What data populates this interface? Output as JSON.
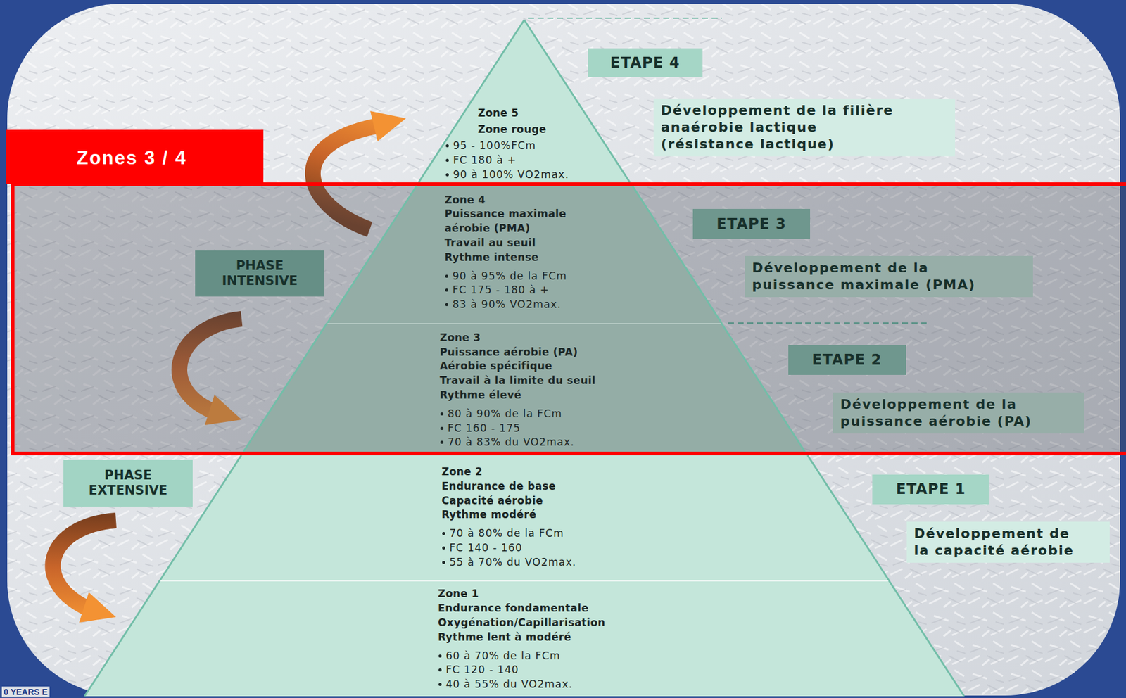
{
  "diagram": {
    "nodes": [
      {
        "text": [
          "Zone 5",
          "Zone rouge",
          "95 - 100%FCm",
          "FC 180 à +",
          "90 à 100% VO2max."
        ]
      },
      {
        "text": [
          "ETAPE 4"
        ]
      },
      {
        "text": [
          "Développement de la filière anaérobie lactique (résistance lactique)"
        ]
      },
      {
        "text": [
          "Zones 3 / 4"
        ]
      },
      {
        "text": [
          "Zone 4",
          "Puissance maximale aérobie (PMA)",
          "Travail au seuil",
          "Rythme intense",
          "90 à 95% de la FCm",
          "FC 175 - 180 à +",
          "83 à 90% VO2max."
        ],
        "in": 3
      },
      {
        "text": [
          "PHASE INTENSIVE"
        ],
        "in": 3
      },
      {
        "text": [
          "ETAPE 3"
        ],
        "in": 3
      },
      {
        "text": [
          "Développement de la puissance maximale (PMA)"
        ],
        "in": 3
      },
      {
        "text": [
          "Zone 3",
          "Puissance aérobie (PA)",
          "Aérobie spécifique",
          "Travail à la limite du seuil",
          "Rythme élevé",
          "80 à 90% de la FCm",
          "FC 160 - 175",
          "70 à 83% du VO2max."
        ],
        "in": 3
      },
      {
        "text": [
          "ETAPE 2"
        ],
        "in": 3
      },
      {
        "text": [
          "Développement de la puissance aérobie (PA)"
        ],
        "in": 3
      },
      {
        "text": [
          "PHASE EXTENSIVE"
        ]
      },
      {
        "text": [
          "Zone 2",
          "Endurance de base",
          "Capacité aérobie",
          "Rythme modéré",
          "70 à 80% de la FCm",
          "FC 140 - 160",
          "55 à 70% du VO2max."
        ]
      },
      {
        "text": [
          "ETAPE 1"
        ]
      },
      {
        "text": [
          "Développement de la capacité aérobie"
        ]
      },
      {
        "text": [
          "Zone 1",
          "Endurance fondamentale",
          "Oxygénation/Capillarisation",
          "Rythme lent à modéré",
          "60 à 70% de la FCm",
          "FC 120 - 140",
          "40 à 55% du VO2max."
        ]
      }
    ],
    "labels": [
      "0 YEARS E"
    ]
  }
}
